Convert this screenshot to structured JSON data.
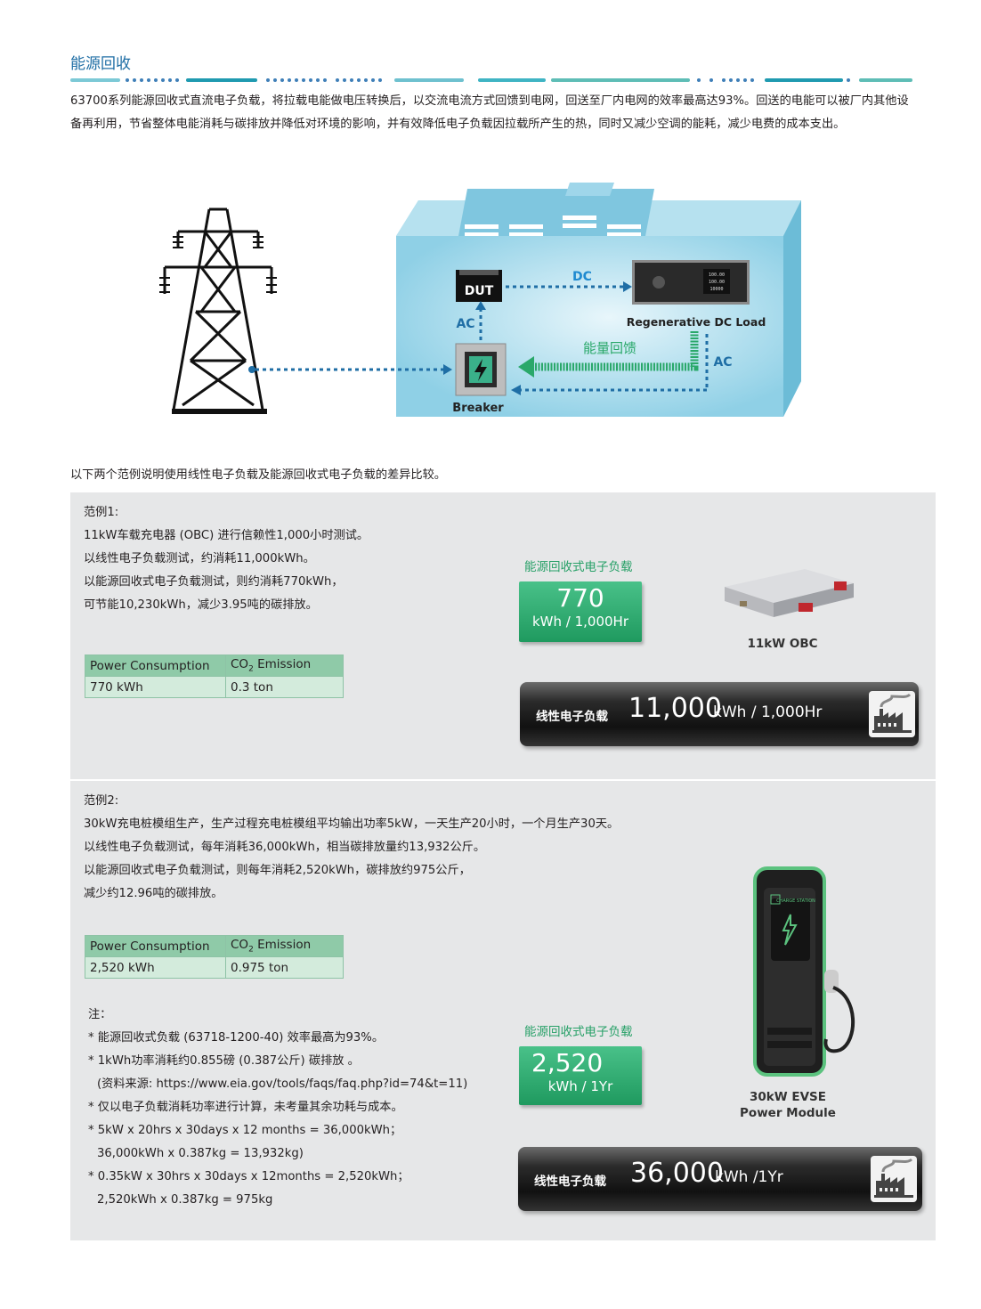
{
  "section_title": "能源回收",
  "intro": "63700系列能源回收式直流电子负载，将拉载电能做电压转换后，以交流电流方式回馈到电网，回送至厂内电网的效率最高达93%。回送的电能可以被厂内其他设备再利用，节省整体电能消耗与碳排放并降低对环境的影响，并有效降低电子负载因拉载所产生的热，同时又减少空调的能耗，减少电费的成本支出。",
  "diagram": {
    "dut": "DUT",
    "load": "Regenerative DC Load",
    "breaker": "Breaker",
    "dc": "DC",
    "ac_left": "AC",
    "ac_right": "AC",
    "feedback": "能量回馈",
    "load_screen": [
      "100.00",
      "100.00",
      "10000"
    ],
    "colors": {
      "blue": "#1f6ea5",
      "green": "#2aa86a",
      "building": "#8fd0e6"
    }
  },
  "compare_intro": "以下两个范例说明使用线性电子负载及能源回收式电子负载的差异比较。",
  "example1": {
    "lines": [
      "范例1:",
      "11kW车载充电器 (OBC) 进行信赖性1,000小时测试。",
      "以线性电子负载测试，约消耗11,000kWh。",
      "以能源回收式电子负载测试，则约消耗770kWh，",
      "可节能10,230kWh，减少3.95吨的碳排放。"
    ],
    "table": {
      "h1": "Power Consumption",
      "h2a": "CO",
      "h2b": "2",
      "h2c": " Emission",
      "v1": "770 kWh",
      "v2": "0.3 ton"
    },
    "regen_label": "能源回收式电子负载",
    "regen_value": "770",
    "regen_unit": "kWh / 1,000Hr",
    "linear_label": "线性电子负载",
    "linear_value": "11,000",
    "linear_unit": "kWh / 1,000Hr",
    "product": "11kW OBC"
  },
  "example2": {
    "lines": [
      "范例2:",
      "30kW充电桩模组生产，生产过程充电桩模组平均输出功率5kW，一天生产20小时，一个月生产30天。",
      "以线性电子负载测试，每年消耗36,000kWh，相当碳排放量约13,932公斤。",
      "以能源回收式电子负载测试，则每年消耗2,520kWh，碳排放约975公斤，",
      "减少约12.96吨的碳排放。"
    ],
    "table": {
      "h1": "Power Consumption",
      "h2a": "CO",
      "h2b": "2",
      "h2c": " Emission",
      "v1": "2,520 kWh",
      "v2": "0.975 ton"
    },
    "regen_label": "能源回收式电子负载",
    "regen_value": "2,520",
    "regen_unit": "kWh / 1Yr",
    "linear_label": "线性电子负载",
    "linear_value": "36,000",
    "linear_unit": "kWh /1Yr",
    "product_l1": "30kW EVSE",
    "product_l2": "Power Module",
    "station_text": "CHARGE STATION"
  },
  "notes": [
    "注：",
    "* 能源回收式负载 (63718-1200-40) 效率最高为93%。",
    "* 1kWh功率消耗约0.855磅 (0.387公斤) 碳排放 。",
    "   (资料来源: https://www.eia.gov/tools/faqs/faq.php?id=74&t=11)",
    "* 仅以电子负载消耗功率进行计算，未考量其余功耗与成本。",
    "* 5kW x 20hrs x 30days x 12 months = 36,000kWh；",
    "   36,000kWh x 0.387kg = 13,932kg)",
    "* 0.35kW x 30hrs x 30days x 12months = 2,520kWh；",
    "   2,520kWh x 0.387kg = 975kg"
  ]
}
